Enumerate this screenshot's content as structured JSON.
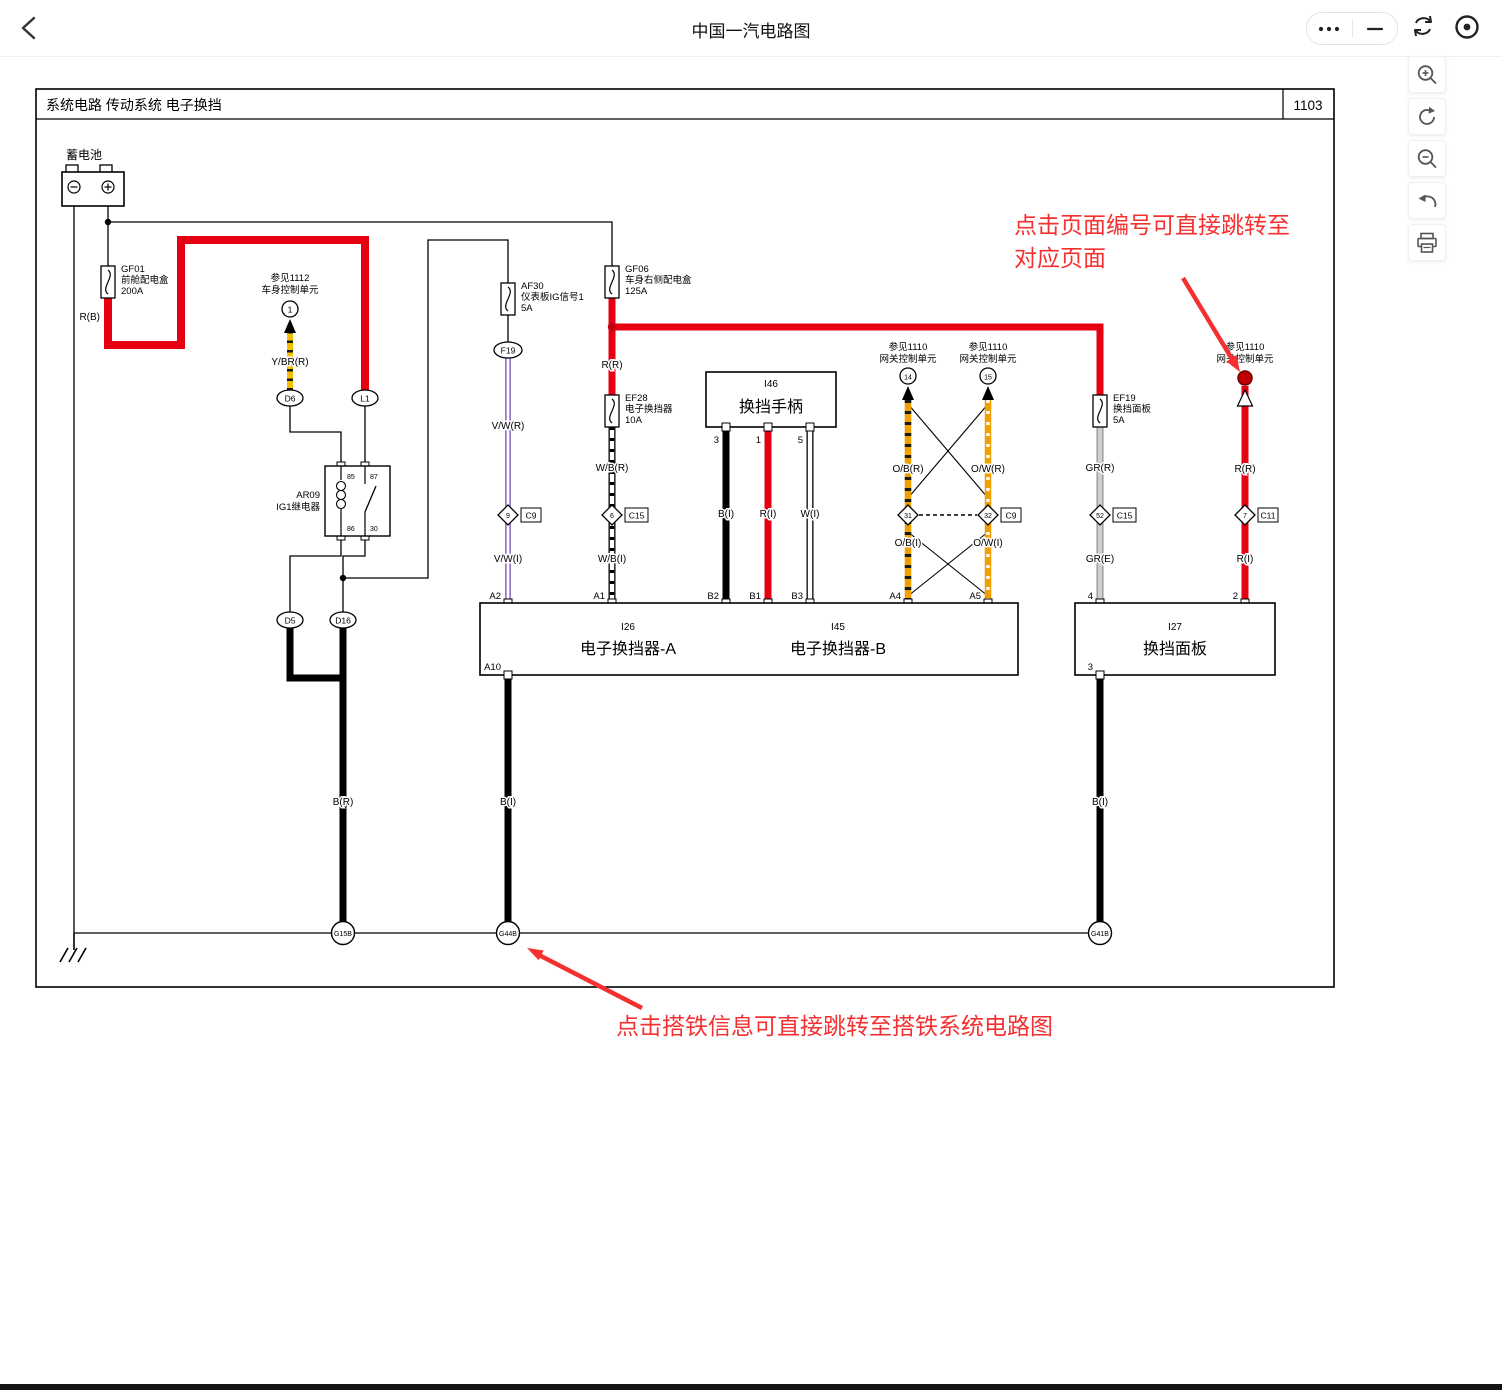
{
  "topbar": {
    "title": "中国一汽电路图"
  },
  "icons": {
    "back": "chevron-left",
    "more": "ellipsis",
    "minimize": "minus",
    "restore": "restore-window",
    "close": "circle-dot",
    "zoom_in": "magnifier-plus",
    "refresh": "refresh-arrow",
    "zoom_out": "magnifier-minus",
    "undo": "undo-arrow",
    "print": "printer"
  },
  "colors": {
    "wire_red": "#e60012",
    "wire_yellow": "#f2c200",
    "wire_purple": "#9a76c8",
    "wire_orange": "#f0a000",
    "wire_gray": "#c9c9c9",
    "annotation_red": "#f53030"
  },
  "header": {
    "title": "系统电路 传动系统 电子换挡",
    "page_number": "1103"
  },
  "battery": {
    "label": "蓄电池"
  },
  "fuses": {
    "gf01": {
      "id": "GF01",
      "name": "前舱配电盒",
      "rating": "200A"
    },
    "af30": {
      "id": "AF30",
      "name": "仪表板IG信号1",
      "rating": "5A"
    },
    "gf06": {
      "id": "GF06",
      "name": "车身右侧配电盒",
      "rating": "125A"
    },
    "ef28": {
      "id": "EF28",
      "name": "电子换挡器",
      "rating": "10A"
    },
    "ef19": {
      "id": "EF19",
      "name": "换挡面板",
      "rating": "5A"
    }
  },
  "refs": {
    "bcm": {
      "see": "参见1112",
      "name": "车身控制单元",
      "pin": "1"
    },
    "gateway14": {
      "see": "参见1110",
      "name": "网关控制单元",
      "pin": "14"
    },
    "gateway15": {
      "see": "参见1110",
      "name": "网关控制单元",
      "pin": "15"
    },
    "gateway_page": {
      "see": "参见1110",
      "name": "网关控制单元"
    }
  },
  "relay": {
    "id": "AR09",
    "name": "IG1继电器",
    "pin85": "85",
    "pin87": "87",
    "pin86": "86",
    "pin30": "30"
  },
  "connectors": {
    "d6": "D6",
    "l1": "L1",
    "f19": "F19",
    "d5": "D5",
    "d16": "D16"
  },
  "inline_connectors": {
    "c9_vw": {
      "pin": "9",
      "name": "C9"
    },
    "c15_wb": {
      "pin": "6",
      "name": "C15"
    },
    "c9_ob": {
      "pin": "31"
    },
    "c9_ow": {
      "pin": "32",
      "name": "C9"
    },
    "c15_gr": {
      "pin": "52",
      "name": "C15"
    },
    "c11_r": {
      "pin": "7",
      "name": "C11"
    }
  },
  "wires": {
    "r_b": "R(B)",
    "y_br_r": "Y/BR(R)",
    "v_w_r": "V/W(R)",
    "v_w_i": "V/W(I)",
    "r_r_main": "R(R)",
    "w_b_r": "W/B(R)",
    "w_b_i": "W/B(I)",
    "b_i_handle": "B(I)",
    "r_i_handle": "R(I)",
    "w_i_handle": "W(I)",
    "o_b_r": "O/B(R)",
    "o_b_i": "O/B(I)",
    "o_w_r": "O/W(R)",
    "o_w_i": "O/W(I)",
    "gr_r": "GR(R)",
    "gr_e": "GR(E)",
    "r_r_panel": "R(R)",
    "r_i_panel": "R(I)",
    "b_r_ground": "B(R)",
    "b_i_ground_a": "B(I)",
    "b_i_ground_b": "B(I)"
  },
  "handle_box": {
    "id": "I46",
    "name": "换挡手柄",
    "pin3": "3",
    "pin1": "1",
    "pin5": "5"
  },
  "shifter_box": {
    "id_a": "I26",
    "name_a": "电子换挡器-A",
    "id_b": "I45",
    "name_b": "电子换挡器-B",
    "t_a2": "A2",
    "t_a1": "A1",
    "t_b2": "B2",
    "t_b1": "B1",
    "t_b3": "B3",
    "t_a4": "A4",
    "t_a5": "A5",
    "t_a10": "A10"
  },
  "panel_box": {
    "id": "I27",
    "name": "换挡面板",
    "t4": "4",
    "t2": "2",
    "t3": "3"
  },
  "grounds": {
    "g15b": "G15B",
    "g44b": "G44B",
    "g41b": "G41B"
  },
  "annotations": {
    "page_line1": "点击页面编号可直接跳转至",
    "page_line2": "对应页面",
    "ground": "点击搭铁信息可直接跳转至搭铁系统电路图"
  }
}
